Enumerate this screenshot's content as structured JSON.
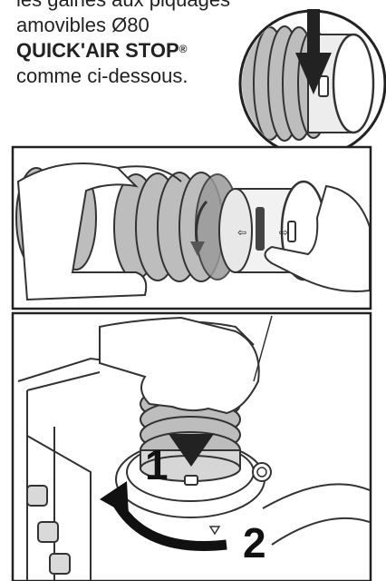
{
  "instructions": {
    "line1": "les gaines aux piquages",
    "line2": "amovibles Ø80",
    "product_name": "QUICK'AIR STOP",
    "registered": "®",
    "line4": "comme ci-dessous."
  },
  "figure2": {
    "arrow_label_left": "⇦",
    "arrow_label_right": "⇨"
  },
  "figure3": {
    "step1_label": "1",
    "step2_label": "2"
  }
}
